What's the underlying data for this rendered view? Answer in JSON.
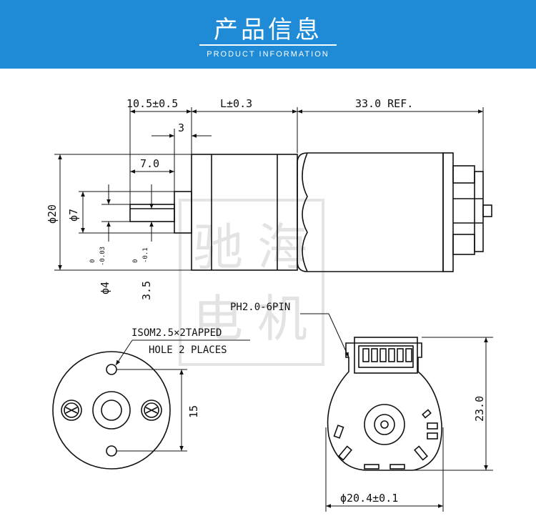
{
  "header": {
    "title": "产品信息",
    "subtitle": "PRODUCT INFORMATION"
  },
  "dimensions": {
    "top_left": "10.5±0.5",
    "top_mid": "L±0.3",
    "top_right": "33.0 REF.",
    "step": "3",
    "shaft_len": "7.0",
    "dia20": "ϕ20",
    "dia7": "ϕ7",
    "dia4": "ϕ4",
    "dia4_tol_upper": "0",
    "dia4_tol_lower": "-0.03",
    "flat": "3.5",
    "flat_tol_upper": "0",
    "flat_tol_lower": "-0.1",
    "hole_spacing": "15",
    "height23": "23.0",
    "dia204": "ϕ20.4±0.1"
  },
  "notes": {
    "connector": "PH2.0-6PIN",
    "tapped_line1": "ISOM2.5×2TAPPED",
    "tapped_line2": "HOLE 2 PLACES"
  },
  "watermark": {
    "chars": [
      "驰",
      "海",
      "电",
      "机"
    ]
  },
  "colors": {
    "header_bg": "#1f8ad6",
    "line": "#111111"
  }
}
